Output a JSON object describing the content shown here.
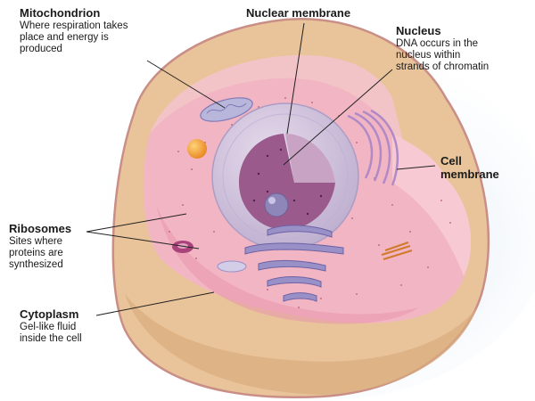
{
  "labels": {
    "mitochondrion": {
      "title": "Mitochondrion",
      "desc": [
        "Where respiration takes",
        "place and energy is",
        "produced"
      ]
    },
    "nuclear_membrane": {
      "title": "Nuclear membrane"
    },
    "nucleus": {
      "title": "Nucleus",
      "desc": [
        "DNA occurs in the",
        "nucleus within",
        "strands of chromatin"
      ]
    },
    "cell_membrane": {
      "title": [
        "Cell",
        "membrane"
      ]
    },
    "ribosomes": {
      "title": "Ribosomes",
      "desc": [
        "Sites where",
        "proteins are",
        "synthesized"
      ]
    },
    "cytoplasm": {
      "title": "Cytoplasm",
      "desc": [
        "Gel-like fluid",
        "inside the cell"
      ]
    }
  },
  "colors": {
    "cell_outer": "#e9c49a",
    "cell_rim": "#c98e86",
    "cytoplasm": "#f2b5c4",
    "cut_surface": "#f7c9d3",
    "nucleus": "#cfc6dc",
    "nucleus_inner": "#9a5a8c",
    "nucleolus": "#8e86b8",
    "er": "#9a90c8",
    "mitochondrion": "#b9b6dc",
    "vacuole": "#f3a23a",
    "background_shadow": "#dbe7f3"
  }
}
